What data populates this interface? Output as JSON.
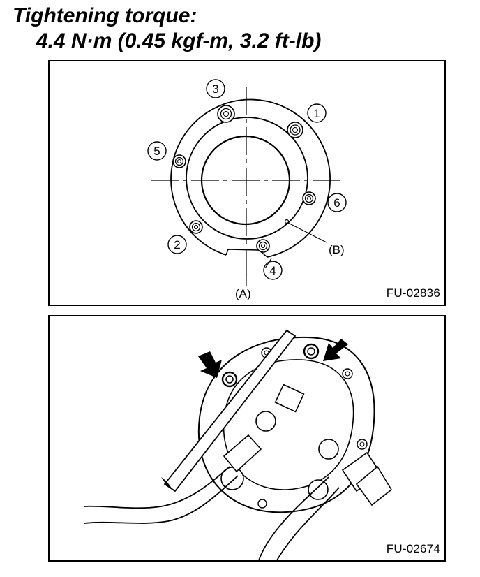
{
  "heading": {
    "line1": "Tightening torque:",
    "line2": "4.4 N·m (0.45 kgf-m, 3.2 ft-lb)"
  },
  "figure_top": {
    "code": "FU-02836",
    "bolt_labels": [
      "1",
      "2",
      "3",
      "4",
      "5",
      "6"
    ],
    "callout_a": "(A)",
    "callout_b": "(B)"
  },
  "figure_bottom": {
    "code": "FU-02674"
  }
}
